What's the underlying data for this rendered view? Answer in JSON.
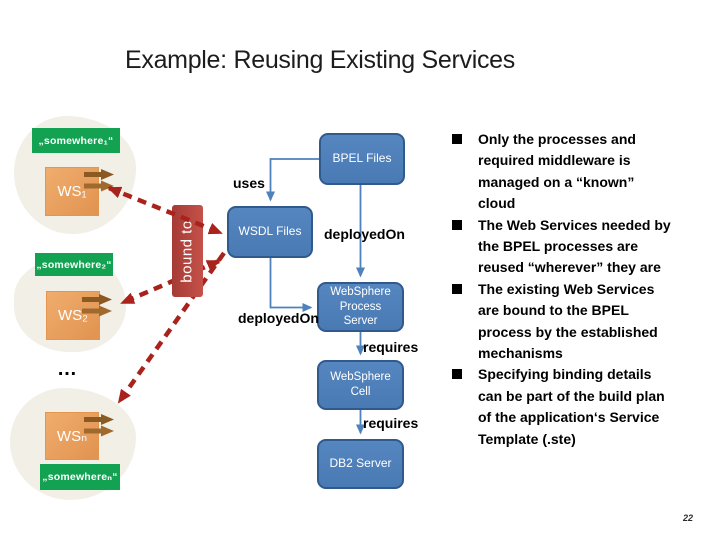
{
  "slide": {
    "title": "Example: Reusing Existing Services",
    "page_number": "22"
  },
  "colors": {
    "green_label": "#12a251",
    "orange_ws": "#e8a05c",
    "blue_box_fill": "#4f81bd",
    "blue_box_border": "#315a8c",
    "blue_connector": "#4f81bd",
    "red_bound_box": "#b8443d",
    "red_dashed_arrow": "#a9221b",
    "brown_endpoint_arrow": "#8a5a22",
    "cloud": "#f2efe7"
  },
  "clouds": [
    {
      "label": "„somewhere₁“",
      "ws": "WS₁"
    },
    {
      "label": "„somewhere₂“",
      "ws": "WS₂"
    },
    {
      "label": "„somewhereₙ“",
      "ws": "WSₙ"
    }
  ],
  "ellipsis": "…",
  "bound_to_label": "bound to",
  "boxes": {
    "bpel": "BPEL Files",
    "wsdl": "WSDL Files",
    "wps": "WebSphere\nProcess\nServer",
    "cell": "WebSphere\nCell",
    "db2": "DB2 Server"
  },
  "edge_labels": {
    "uses": "uses",
    "deployed_on_bpel": "deployedOn",
    "deployed_on_wsdl": "deployedOn",
    "requires_cell": "requires",
    "requires_db2": "requires"
  },
  "bullets": [
    "Only the processes and\nrequired middleware is\nmanaged on a “known”\ncloud",
    "The Web Services needed by\nthe BPEL processes are\nreused “wherever” they are",
    "The existing Web Services\nare bound to the BPEL\nprocess by the established\nmechanisms",
    "Specifying binding details\ncan be part of the build plan\nof the application‘s Service\nTemplate (.ste)"
  ]
}
